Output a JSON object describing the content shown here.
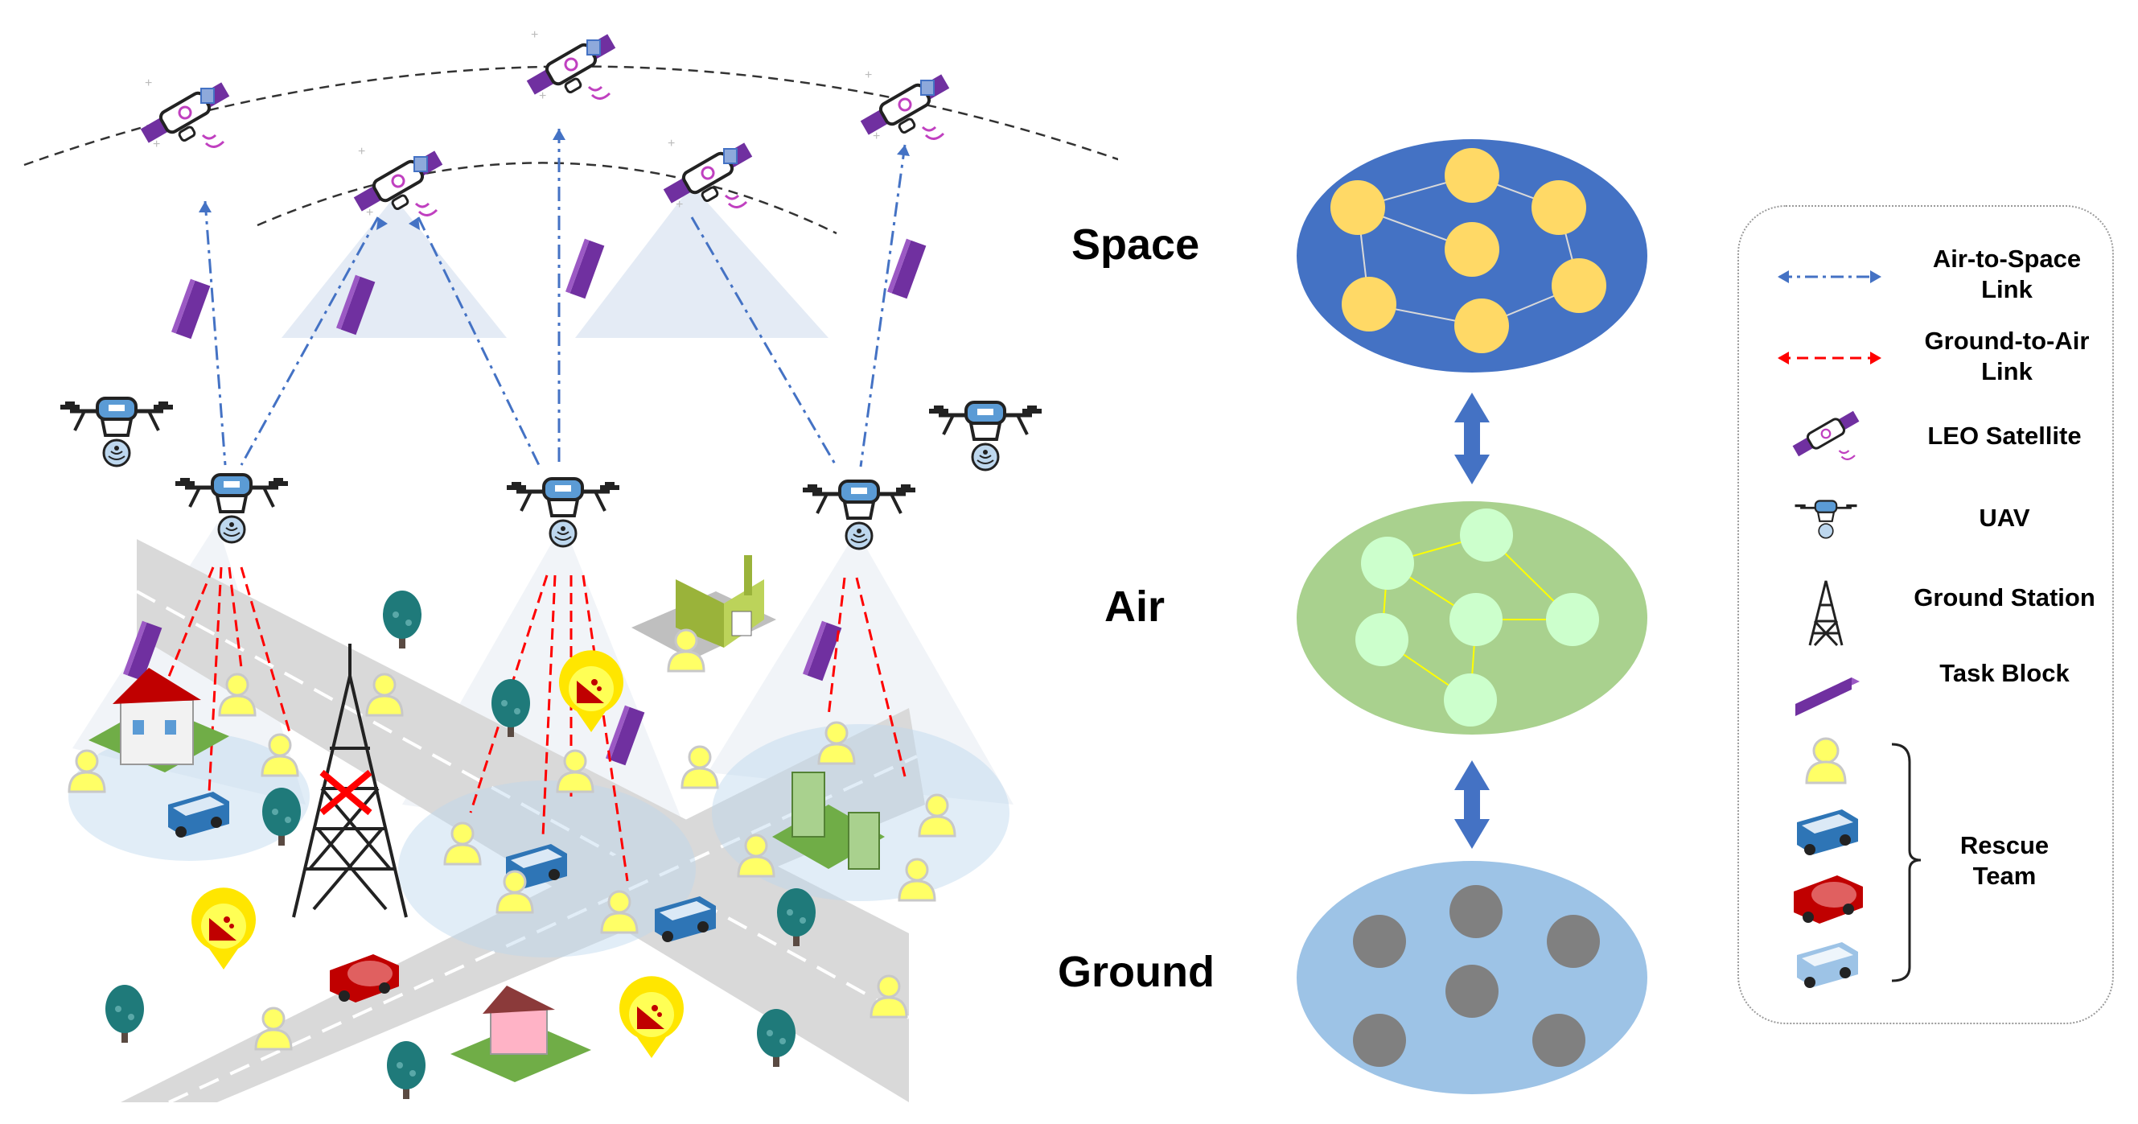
{
  "layers": {
    "space_label": "Space",
    "air_label": "Air",
    "ground_label": "Ground"
  },
  "legend": {
    "air_to_space_link": "Air-to-Space\nLink",
    "ground_to_air_link": "Ground-to-Air\nLink",
    "leo_satellite": "LEO Satellite",
    "uav": "UAV",
    "ground_station": "Ground Station",
    "task_block": "Task Block",
    "rescue_team": "Rescue\nTeam"
  },
  "colors": {
    "space_layer": "#4472c4",
    "space_node": "#ffd966",
    "air_layer": "#a9d18e",
    "air_node": "#ccffcc",
    "ground_layer": "#9dc3e6",
    "ground_node": "#808080",
    "air_to_space_link": "#4472c4",
    "ground_to_air_link": "#ff0000",
    "task_block": "#7030a0",
    "rescue_person": "#ffff66"
  },
  "icons": [
    "leo-satellite-icon",
    "uav-icon",
    "ground-station-icon",
    "task-block-icon",
    "rescue-person-icon",
    "rescue-bus-icon",
    "fire-truck-icon",
    "ambulance-icon",
    "landslide-marker-icon",
    "tree-icon",
    "house-icon",
    "factory-icon",
    "building-icon"
  ]
}
